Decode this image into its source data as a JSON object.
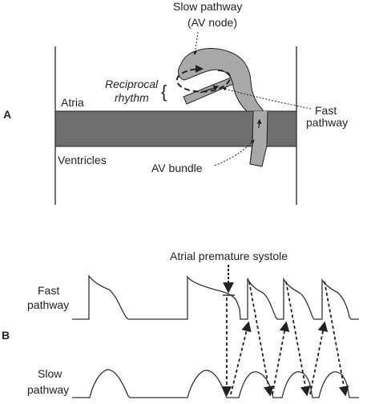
{
  "panel_a": {
    "letter": "A",
    "slow_pathway_line1": "Slow pathway",
    "slow_pathway_line2": "(AV node)",
    "reciprocal_line1": "Reciprocal",
    "reciprocal_line2": "rhythm",
    "atria": "Atria",
    "fast_pathway_line1": "Fast",
    "fast_pathway_line2": "pathway",
    "ventricles": "Ventricles",
    "av_bundle": "AV bundle"
  },
  "panel_b": {
    "letter": "B",
    "atrial_premature_systole": "Atrial premature systole",
    "fast_line1": "Fast",
    "fast_line2": "pathway",
    "slow_line1": "Slow",
    "slow_line2": "pathway"
  },
  "colors": {
    "band": "#6e6e6e",
    "pathway_fill": "#a9a9a9",
    "stroke": "#222222",
    "trace": "#333333"
  }
}
